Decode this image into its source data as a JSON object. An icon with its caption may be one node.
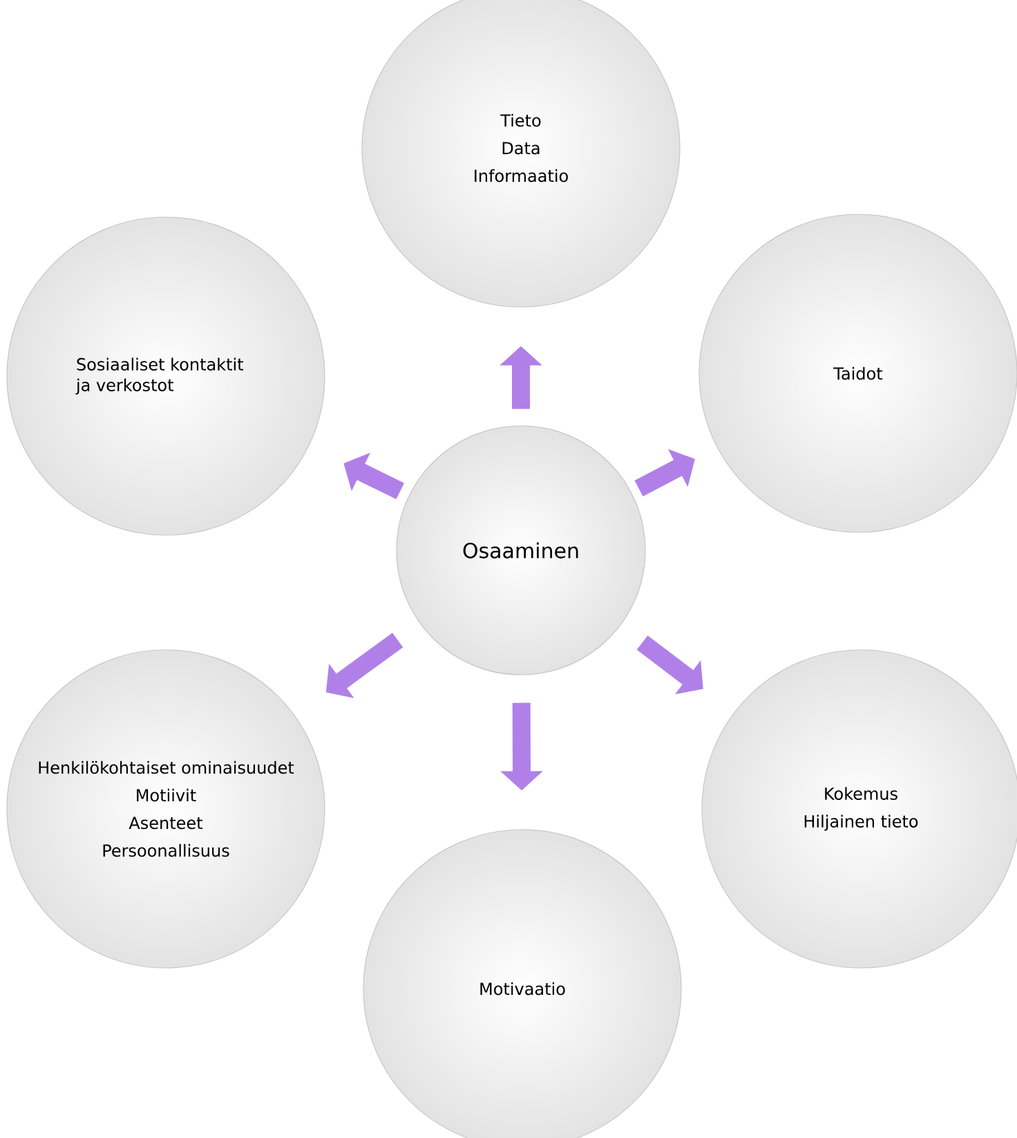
{
  "diagram": {
    "nodes": [
      {
        "text": [
          "Tieto",
          "Data",
          "Informaatio"
        ]
      },
      {
        "text": [
          "Sosiaaliset kontaktit ja verkostot"
        ]
      },
      {
        "text": [
          "Taidot"
        ]
      },
      {
        "text": [
          "Osaaminen"
        ]
      },
      {
        "text": [
          "Henkilökohtaiset ominaisuudet",
          "Motiivit",
          "Asenteet",
          "Persoonallisuus"
        ]
      },
      {
        "text": [
          "Kokemus",
          "Hiljainen tieto"
        ]
      },
      {
        "text": [
          "Motivaatio"
        ]
      }
    ],
    "edges": [
      {
        "from": 3,
        "to": 0,
        "arrow": "to"
      },
      {
        "from": 3,
        "to": 2,
        "arrow": "to"
      },
      {
        "from": 3,
        "to": 5,
        "arrow": "to"
      },
      {
        "from": 3,
        "to": 6,
        "arrow": "to"
      },
      {
        "from": 3,
        "to": 4,
        "arrow": "to"
      },
      {
        "from": 3,
        "to": 1,
        "arrow": "to"
      }
    ]
  }
}
